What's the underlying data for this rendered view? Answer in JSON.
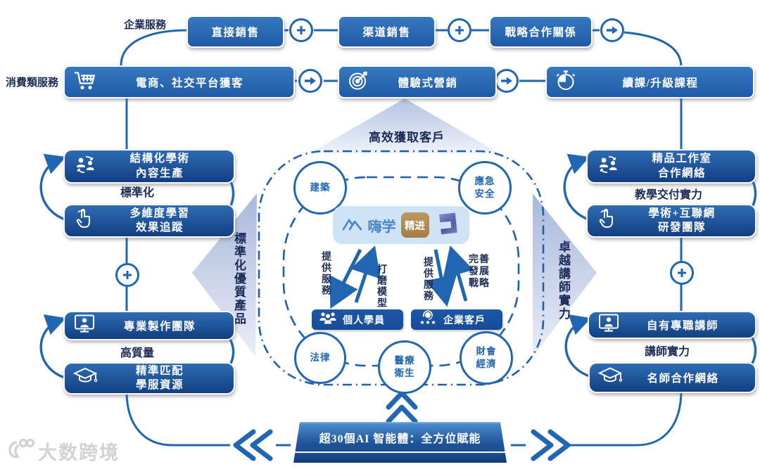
{
  "labels": {
    "enterprise_service": "企業服務",
    "consumer_service": "消費類服務",
    "acquire_customers": "高效獲取客戶",
    "standard_product": "標準化優質產品",
    "teacher_strength": "卓越講師實力"
  },
  "enterprise_flow": [
    "直接銷售",
    "渠道銷售",
    "戰略合作關係"
  ],
  "consumer_flow": [
    "電商、社交平台獲客",
    "體驗式營銷",
    "續課/升級課程"
  ],
  "left_panel": {
    "box_top1": "結構化學術\n內容生產",
    "label_top": "標準化",
    "box_top2": "多維度學習\n效果追蹤",
    "box_bottom1": "專業製作團隊",
    "label_bottom": "高質量",
    "box_bottom2": "精準匹配\n學服資源"
  },
  "right_panel": {
    "box_top1": "精品工作室\n合作網絡",
    "label_top": "教學交付實力",
    "box_top2": "學術+互聯網\n研發團隊",
    "box_bottom1": "自有專職講師",
    "label_bottom": "講師實力",
    "box_bottom2": "名師合作網絡"
  },
  "center": {
    "brand_haixue": "嗨学",
    "brand_jingjin": "精进",
    "categories": [
      "建築",
      "應急\n安全",
      "法律",
      "醫療\n衛生",
      "財會\n經濟"
    ],
    "customer_individual": "個人學員",
    "customer_enterprise": "企業客戶",
    "arrow_serve_left": "提供服務",
    "arrow_refine": "打磨模型",
    "arrow_serve_right": "提供服務",
    "arrow_strategy": "完善發展戰略"
  },
  "bottom_banner": "超30個AI 智能體：全方位賦能",
  "watermark": "大数跨境",
  "colors": {
    "primary_line": "#2166b1",
    "dash_ring": "#1f5fae",
    "box_top": "#3679c0",
    "box_bottom": "#123f82",
    "navy_text": "#1a2b55",
    "triangle_light": "#aebdde",
    "logo_bg": "#cde3f6",
    "haixue_blue": "#4d82c4",
    "jingjin_gold": "#b3894f",
    "s_logo_purple": "#4a519e",
    "watermark_gray": "#d2d2d2"
  }
}
